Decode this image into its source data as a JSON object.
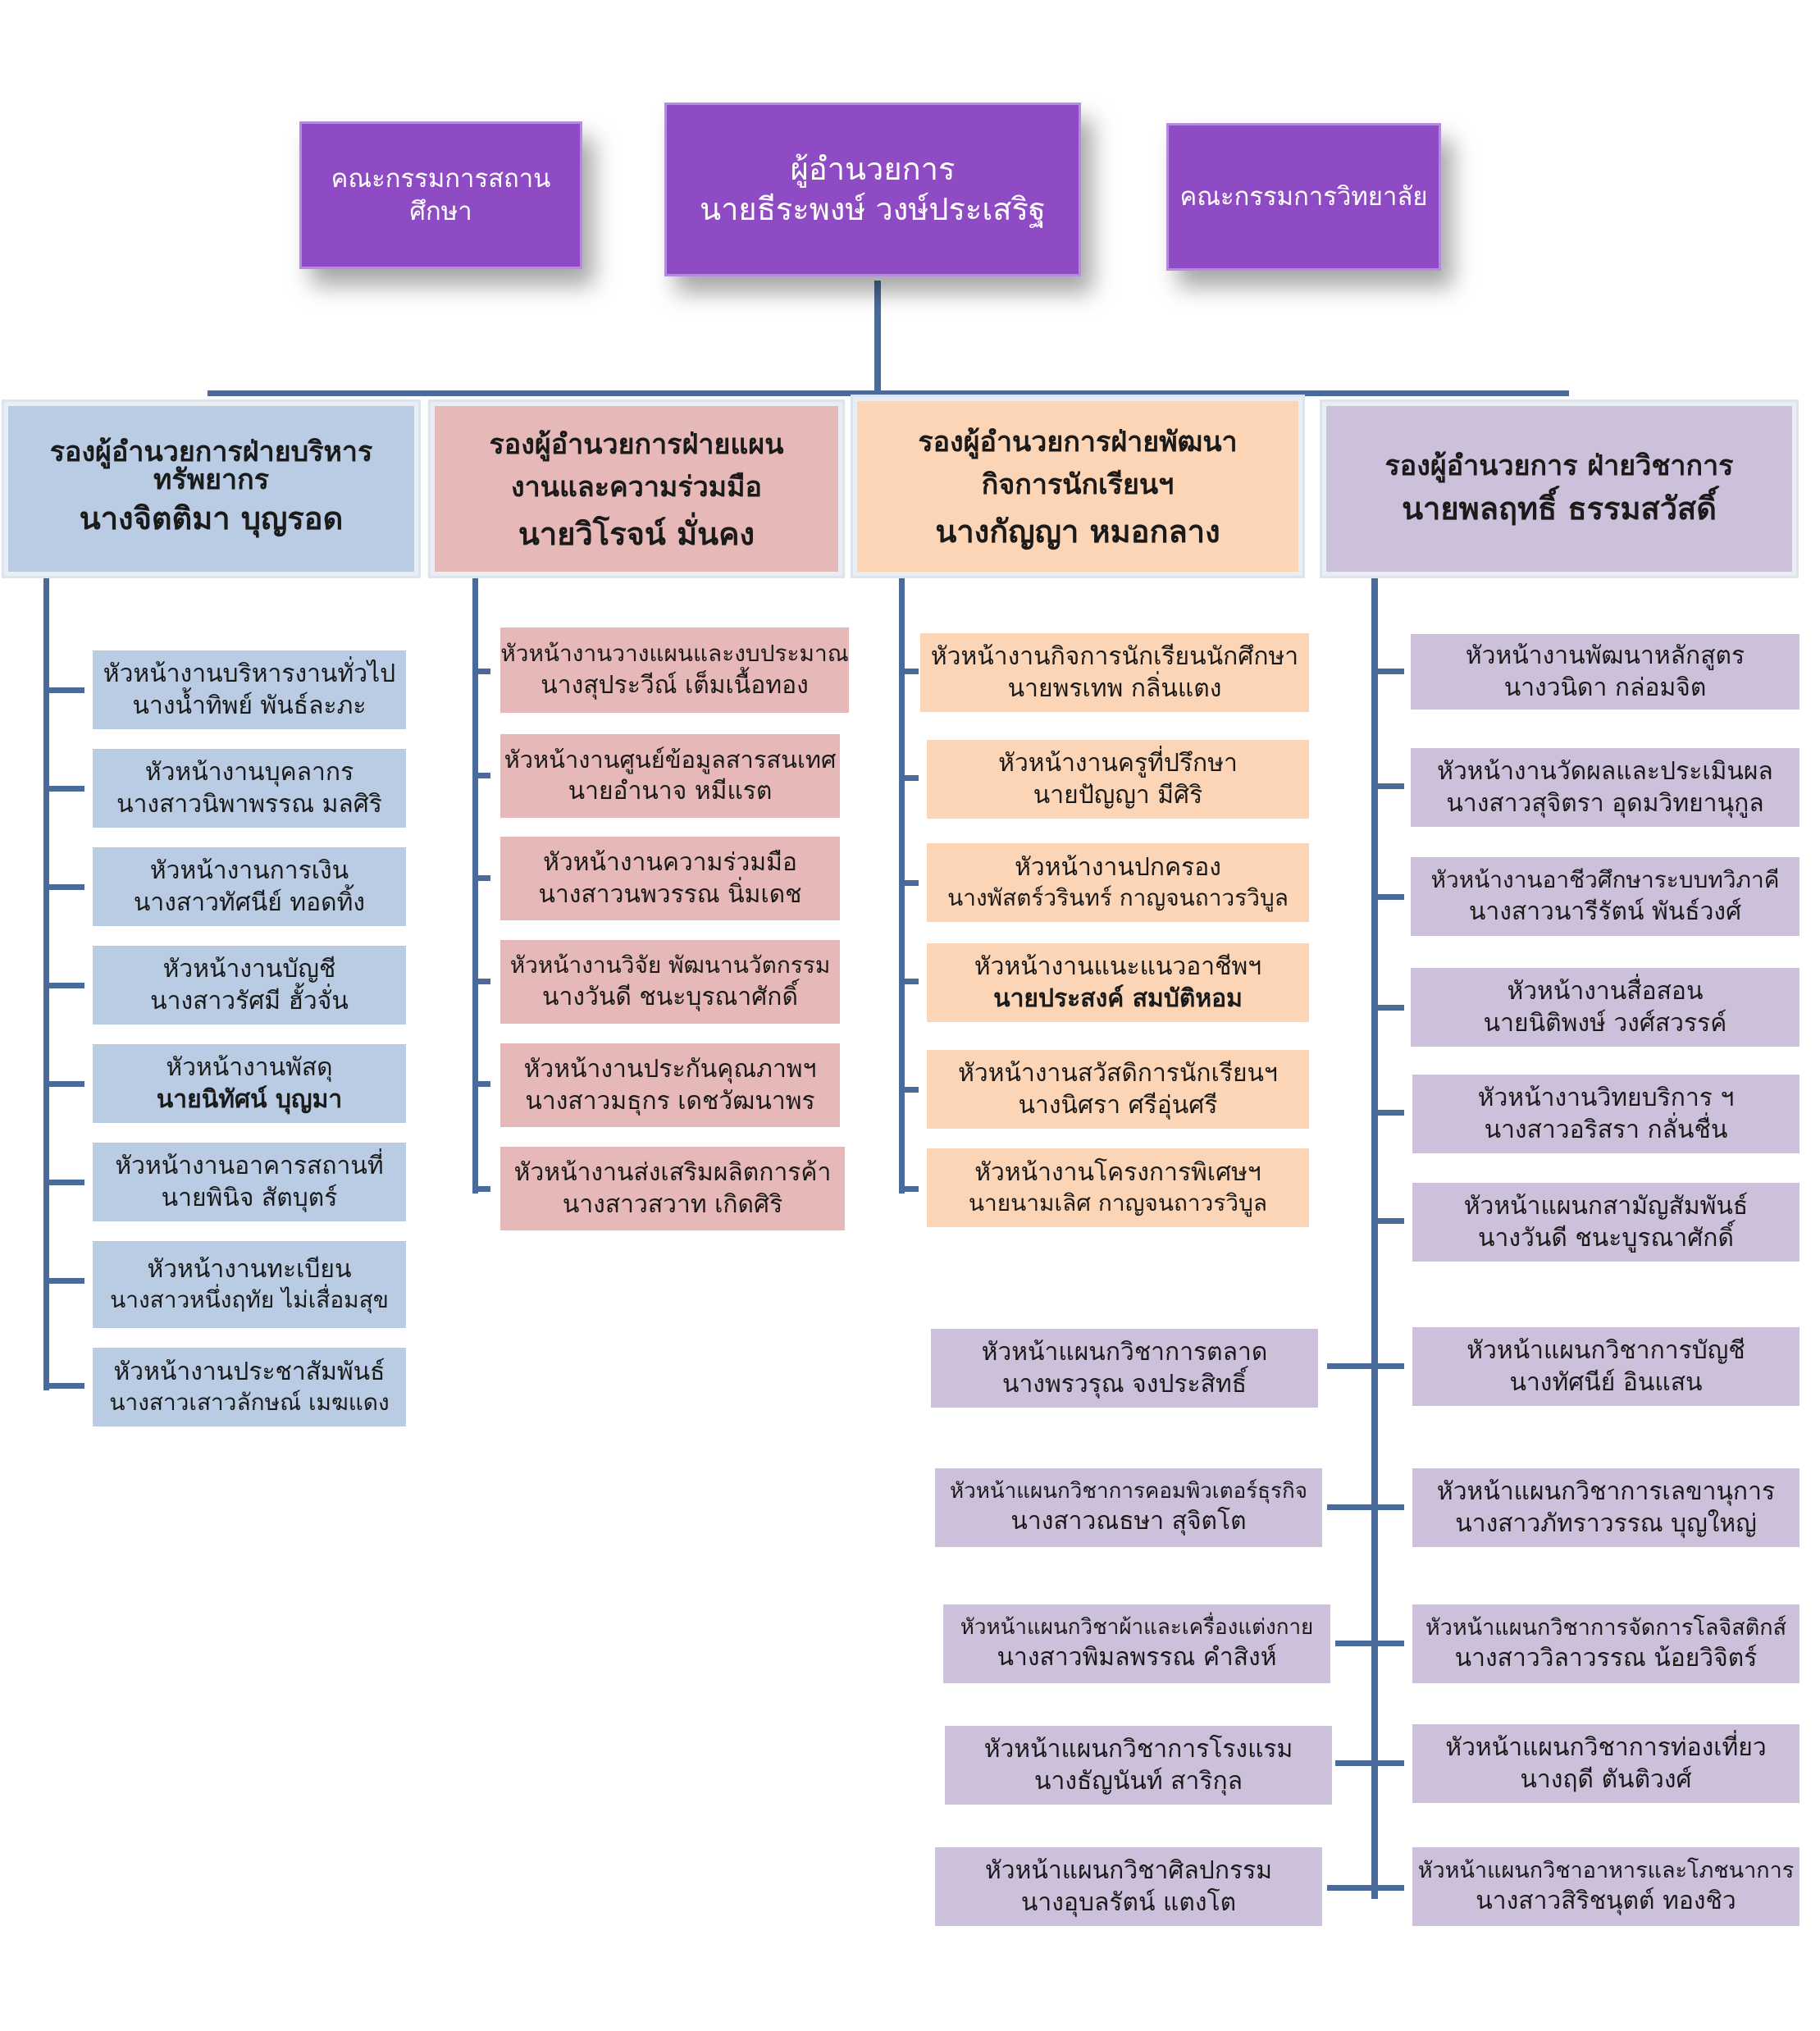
{
  "top": {
    "left_committee": "คณะกรรมการสถานศึกษา",
    "director_title": "ผู้อำนวยการ",
    "director_name": "นายธีระพงษ์ วงษ์ประเสริฐ",
    "right_committee": "คณะกรรมการวิทยาลัย"
  },
  "departments": [
    {
      "title": "รองผู้อำนวยการฝ่ายบริหารทรัพยากร",
      "name": "นางจิตติมา  บุญรอด"
    },
    {
      "title": "รองผู้อำนวยการฝ่ายแผนงานและความร่วมมือ",
      "name": "นายวิโรจน์  มั่นคง"
    },
    {
      "title": "รองผู้อำนวยการฝ่ายพัฒนากิจการนักเรียนฯ",
      "name": "นางกัญญา  หมอกลาง"
    },
    {
      "title": "รองผู้อำนวยการ ฝ่ายวิชาการ",
      "name": "นายพลฤทธิ์ ธรรมสวัสดิ์"
    }
  ],
  "col1": [
    {
      "title": "หัวหน้างานบริหารงานทั่วไป",
      "name": "นางน้ำทิพย์  พันธ์ละภะ"
    },
    {
      "title": "หัวหน้างานบุคลากร",
      "name": "นางสาวนิพาพรรณ  มลศิริ"
    },
    {
      "title": "หัวหน้างานการเงิน",
      "name": "นางสาวทัศนีย์  ทอดทิ้ง"
    },
    {
      "title": "หัวหน้างานบัญชี",
      "name": "นางสาวรัศมี  ฮั้วจั่น"
    },
    {
      "title": "หัวหน้างานพัสดุ",
      "name": "นายนิทัศน์ บุญมา"
    },
    {
      "title": "หัวหน้างานอาคารสถานที่",
      "name": "นายพินิจ  สัตบุตร์"
    },
    {
      "title": "หัวหน้างานทะเบียน",
      "name": "นางสาวหนึ่งฤทัย  ไม่เสื่อมสุข"
    },
    {
      "title": "หัวหน้างานประชาสัมพันธ์",
      "name": "นางสาวเสาวลักษณ์  เมฆแดง"
    }
  ],
  "col2": [
    {
      "title": "หัวหน้างานวางแผนและงบประมาณ",
      "name": "นางสุประวีณ์  เต็มเนื้อทอง"
    },
    {
      "title": "หัวหน้างานศูนย์ข้อมูลสารสนเทศ",
      "name": "นายอำนาจ  หมีแรต"
    },
    {
      "title": "หัวหน้างานความร่วมมือ",
      "name": "นางสาวนพวรรณ  นิ่มเดช"
    },
    {
      "title": "หัวหน้างานวิจัย พัฒนานวัตกรรม",
      "name": "นางวันดี  ชนะบุรณาศักดิ์"
    },
    {
      "title": "หัวหน้างานประกันคุณภาพฯ",
      "name": "นางสาวมธุกร เดชวัฒนาพร"
    },
    {
      "title": "หัวหน้างานส่งเสริมผลิตการค้า",
      "name": "นางสาวสวาท  เกิดศิริ"
    }
  ],
  "col3": [
    {
      "title": "หัวหน้างานกิจการนักเรียนนักศึกษา",
      "name": "นายพรเทพ กลิ่นแตง"
    },
    {
      "title": "หัวหน้างานครูที่ปรึกษา",
      "name": "นายปัญญา  มีศิริ"
    },
    {
      "title": "หัวหน้างานปกครอง",
      "name": "นางพัสตร์วรินทร์ กาญจนถาวรวิบูล"
    },
    {
      "title": "หัวหน้างานแนะแนวอาชีพฯ",
      "name": "นายประสงค์ สมบัติหอม"
    },
    {
      "title": "หัวหน้างานสวัสดิการนักเรียนฯ",
      "name": "นางนิศรา  ศรีอุ่นศรี"
    },
    {
      "title": "หัวหน้างานโครงการพิเศษฯ",
      "name": "นายนามเลิศ  กาญจนถาวรวิบูล"
    }
  ],
  "col4": [
    {
      "title": "หัวหน้างานพัฒนาหลักสูตร",
      "name": "นางวนิดา  กล่อมจิต"
    },
    {
      "title": "หัวหน้างานวัดผลและประเมินผล",
      "name": "นางสาวสุจิตรา  อุดมวิทยานุกูล"
    },
    {
      "title": "หัวหน้างานอาชีวศึกษาระบบทวิภาคี",
      "name": "นางสาวนารีรัตน์  พันธ์วงศ์"
    },
    {
      "title": "หัวหน้างานสื่อสอน",
      "name": "นายนิติพงษ์  วงศ์สวรรค์"
    },
    {
      "title": "หัวหน้างานวิทยบริการ ฯ",
      "name": "นางสาวอริสรา  กลั่นชื่น"
    },
    {
      "title": "หัวหน้าแผนกสามัญสัมพันธ์",
      "name": "นางวันดี  ชนะบูรณาศักดิ์"
    },
    {
      "title": "หัวหน้าแผนกวิชาการบัญชี",
      "name": "นางทัศนีย์  อินแสน"
    },
    {
      "title": "หัวหน้าแผนกวิชาการเลขานุการ",
      "name": "นางสาวภัทราวรรณ  บุญใหญ่"
    },
    {
      "title": "หัวหน้าแผนกวิชาการจัดการโลจิสติกส์",
      "name": "นางสาววิลาวรรณ  น้อยวิจิตร์"
    },
    {
      "title": "หัวหน้าแผนกวิชาการท่องเที่ยว",
      "name": "นางฤดี  ตันติวงศ์"
    },
    {
      "title": "หัวหน้าแผนกวิชาอาหารและโภชนาการ",
      "name": "นางสาวสิริชนุตต์ ทองชิว"
    }
  ],
  "col4_left": [
    {
      "title": "หัวหน้าแผนกวิชาการตลาด",
      "name": "นางพรวรุณ จงประสิทธิ์"
    },
    {
      "title": "หัวหน้าแผนกวิชาการคอมพิวเตอร์ธุรกิจ",
      "name": "นางสาวณธษา  สุจิตโต"
    },
    {
      "title": "หัวหน้าแผนกวิชาผ้าและเครื่องแต่งกาย",
      "name": "นางสาวพิมลพรรณ  คำสิงห์"
    },
    {
      "title": "หัวหน้าแผนกวิชาการโรงแรม",
      "name": "นางธัญนันท์  สาริกุล"
    },
    {
      "title": "หัวหน้าแผนกวิชาศิลปกรรม",
      "name": "นางอุบลรัตน์ แตงโต"
    }
  ],
  "colors": {
    "director": "#8e4bc4",
    "resources": "#b9cce4",
    "planning": "#e6b8b7",
    "student_affairs": "#fbd5b5",
    "academic": "#ccc0da",
    "connector": "#4a6b9a"
  }
}
